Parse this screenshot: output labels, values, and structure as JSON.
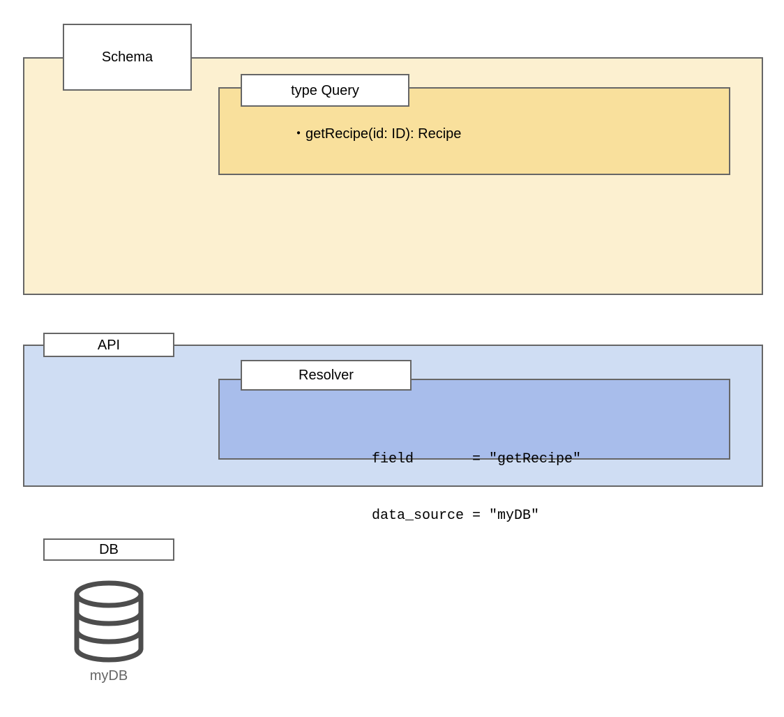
{
  "diagram": {
    "title": "GraphQL schema / API resolver / database diagram",
    "colors": {
      "border": "#666666",
      "schema_fill": "#FCF0D0",
      "type_query_fill": "#F9E09C",
      "api_fill": "#CFDDF3",
      "resolver_fill": "#A8BDEB",
      "label_fill": "#FFFFFF",
      "caption_text": "#666666"
    },
    "layers": [
      {
        "id": "schema",
        "label": "Schema",
        "children": [
          {
            "id": "type-query",
            "label": "type Query",
            "body": "・getRecipe(id: ID): Recipe"
          }
        ]
      },
      {
        "id": "api",
        "label": "API",
        "children": [
          {
            "id": "resolver",
            "label": "Resolver",
            "lines": [
              "field       = \"getRecipe\"",
              "data_source = \"myDB\""
            ]
          }
        ]
      },
      {
        "id": "db",
        "label": "DB",
        "node": {
          "icon": "database-cylinder-icon",
          "caption": "myDB"
        }
      }
    ]
  },
  "schema": {
    "label": "Schema",
    "type_query": {
      "label": "type Query",
      "body": "・getRecipe(id: ID): Recipe"
    }
  },
  "api": {
    "label": "API",
    "resolver": {
      "label": "Resolver",
      "line1": "field       = \"getRecipe\"",
      "line2": "data_source = \"myDB\""
    }
  },
  "db": {
    "label": "DB",
    "caption": "myDB"
  }
}
